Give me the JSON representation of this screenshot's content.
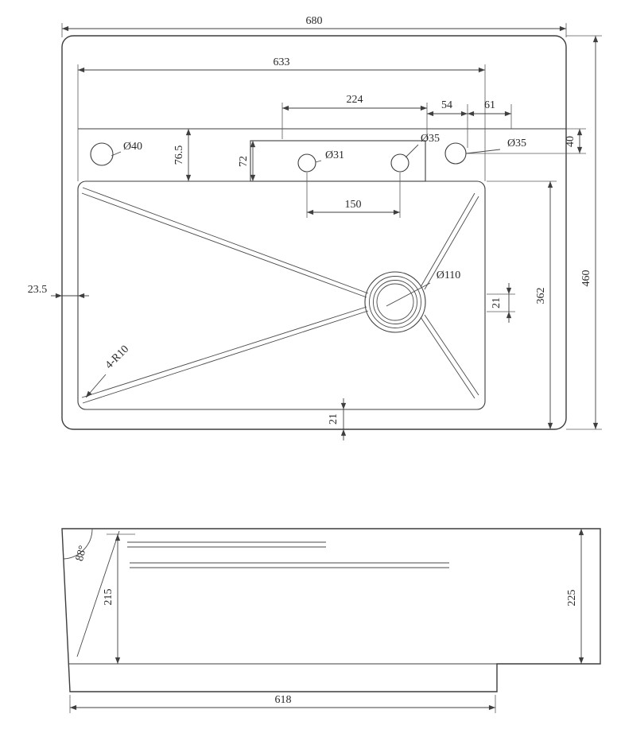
{
  "top_view": {
    "d680": "680",
    "d633": "633",
    "d224": "224",
    "d54": "54",
    "d61": "61",
    "d150": "150",
    "d76_5": "76.5",
    "d72": "72",
    "d40": "40",
    "d23_5": "23.5",
    "hole40": "Ø40",
    "hole31": "Ø31",
    "hole35a": "Ø35",
    "hole35b": "Ø35",
    "drain110": "Ø110",
    "off21": "21",
    "d362": "362",
    "d460": "460",
    "r10": "4-R10",
    "rim21": "21"
  },
  "side_view": {
    "angle88": "88°",
    "d215": "215",
    "d225": "225",
    "d618": "618"
  }
}
